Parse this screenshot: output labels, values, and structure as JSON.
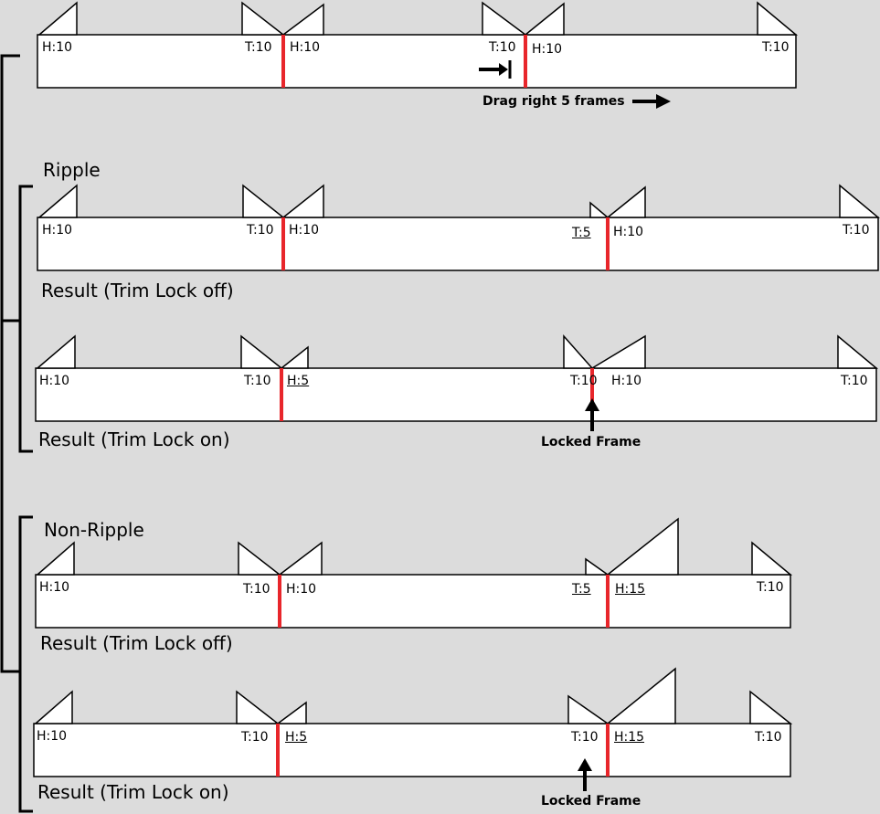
{
  "sections": {
    "ripple_title": "Ripple",
    "nonripple_title": "Non-Ripple"
  },
  "original": {
    "labels": [
      "H:10",
      "T:10",
      "H:10",
      "T:10",
      "H:10",
      "T:10"
    ],
    "drag_note": "Drag right 5 frames"
  },
  "ripple_off": {
    "labels": [
      "H:10",
      "T:10",
      "H:10",
      "T:5",
      "H:10",
      "T:10"
    ],
    "caption": "Result (Trim Lock off)"
  },
  "ripple_on": {
    "labels": [
      "H:10",
      "T:10",
      "H:5",
      "T:10",
      "H:10",
      "T:10"
    ],
    "caption": "Result (Trim Lock on)",
    "locked_note": "Locked Frame"
  },
  "nonripple_off": {
    "labels": [
      "H:10",
      "T:10",
      "H:10",
      "T:5",
      "H:15",
      "T:10"
    ],
    "caption": "Result (Trim Lock off)"
  },
  "nonripple_on": {
    "labels": [
      "H:10",
      "T:10",
      "H:5",
      "T:10",
      "H:15",
      "T:10"
    ],
    "caption": "Result (Trim Lock on)",
    "locked_note": "Locked Frame"
  },
  "colors": {
    "background": "#dcdcdc",
    "track_fill": "#ffffff",
    "outline": "#000000",
    "edit_point": "#e8262b"
  }
}
